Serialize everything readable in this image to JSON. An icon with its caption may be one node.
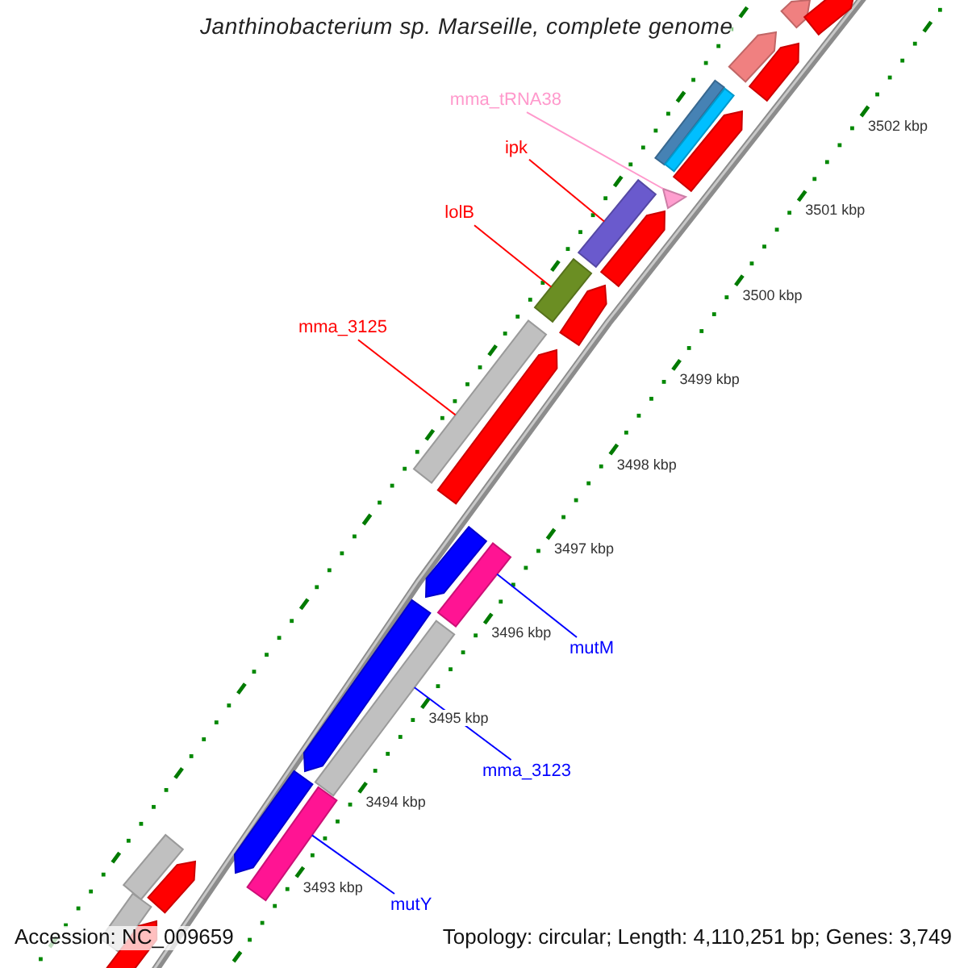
{
  "diagram": {
    "title": "Janthinobacterium sp. Marseille, complete genome",
    "nodes": [
      {
        "text": [
          "mma_tRNA38"
        ]
      },
      {
        "text": [
          "ipk"
        ]
      },
      {
        "text": [
          "lolB"
        ]
      },
      {
        "text": [
          "mma_3125"
        ]
      },
      {
        "text": [
          "mutM"
        ]
      },
      {
        "text": [
          "mma_3123"
        ]
      },
      {
        "text": [
          "mutY"
        ]
      },
      {
        "text": [],
        "shape": "pentagon"
      },
      {
        "text": [],
        "shape": "pentagon"
      },
      {
        "text": [],
        "shape": "pentagon"
      },
      {
        "text": [],
        "shape": "pentagon"
      },
      {
        "text": [],
        "shape": "bar"
      },
      {
        "text": [],
        "shape": "bar"
      },
      {
        "text": [],
        "shape": "pentagon"
      },
      {
        "text": [],
        "shape": "bar"
      },
      {
        "text": [],
        "shape": "triangle"
      },
      {
        "text": [],
        "shape": "pentagon"
      },
      {
        "text": [],
        "shape": "bar"
      },
      {
        "text": [],
        "shape": "pentagon"
      },
      {
        "text": [],
        "shape": "bar"
      },
      {
        "text": [],
        "shape": "pentagon"
      },
      {
        "text": [],
        "shape": "pentagon"
      },
      {
        "text": [],
        "shape": "bar"
      },
      {
        "text": [],
        "shape": "pentagon"
      },
      {
        "text": [],
        "shape": "bar"
      },
      {
        "text": [],
        "shape": "pentagon"
      },
      {
        "text": [],
        "shape": "bar"
      },
      {
        "text": [],
        "shape": "bar"
      },
      {
        "text": [],
        "shape": "pentagon"
      },
      {
        "text": [],
        "shape": "bar"
      },
      {
        "text": [],
        "shape": "pentagon"
      }
    ],
    "edges": [
      {
        "from": 0,
        "to": 15,
        "arrow": "none",
        "color": "#ff99cc"
      },
      {
        "from": 1,
        "to": 14,
        "arrow": "none",
        "color": "#ff0000"
      },
      {
        "from": 2,
        "to": 17,
        "arrow": "none",
        "color": "#ff0000"
      },
      {
        "from": 3,
        "to": 19,
        "arrow": "none",
        "color": "#ff0000"
      },
      {
        "from": 4,
        "to": 22,
        "arrow": "none",
        "color": "#0000ff"
      },
      {
        "from": 5,
        "to": 24,
        "arrow": "none",
        "color": "#0000ff"
      },
      {
        "from": 6,
        "to": 26,
        "arrow": "none",
        "color": "#0000ff"
      }
    ],
    "labels": [
      "3502 kbp",
      "3501 kbp",
      "3500 kbp",
      "3499 kbp",
      "3498 kbp",
      "3497 kbp",
      "3496 kbp",
      "3495 kbp",
      "3494 kbp",
      "3493 kbp",
      "Accession: NC_009659",
      "Topology: circular; Length: 4,110,251 bp; Genes: 3,749"
    ]
  }
}
